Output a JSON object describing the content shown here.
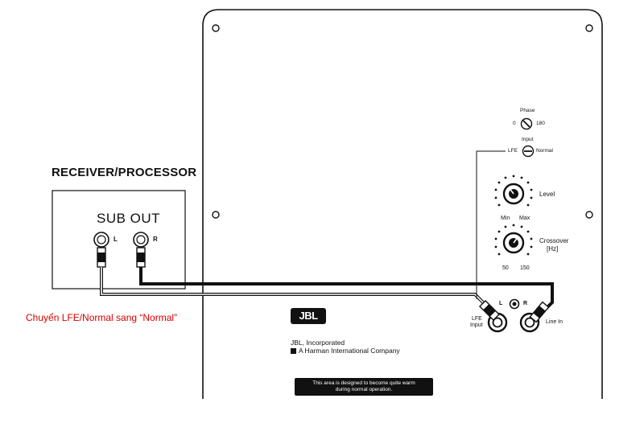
{
  "receiver": {
    "title": "RECEIVER/PROCESSOR",
    "sub_out_label": "SUB OUT",
    "left_label": "L",
    "right_label": "R"
  },
  "note": {
    "text": "Chuyển LFE/Normal sang “Normal”",
    "color": "#d40000"
  },
  "panel": {
    "phase_label": "Phase",
    "phase_min": "0",
    "phase_max": "180",
    "input_label": "Input",
    "input_lfe": "LFE",
    "input_normal": "Normal",
    "level_label": "Level",
    "level_min": "Min",
    "level_max": "Max",
    "crossover_label": "Crossover",
    "crossover_unit": "[Hz]",
    "crossover_min": "50",
    "crossover_max": "150",
    "lfe_input_line1": "LFE",
    "lfe_input_line2": "Input",
    "line_in_l": "L",
    "line_in_r": "R",
    "line_in_label": "Line In",
    "brand_logo": "JBL",
    "company_line1": "JBL, Incorporated",
    "company_line2": "A Harman International Company",
    "warning_line1": "This area is designed to become quite warm",
    "warning_line2": "during normal operation."
  }
}
